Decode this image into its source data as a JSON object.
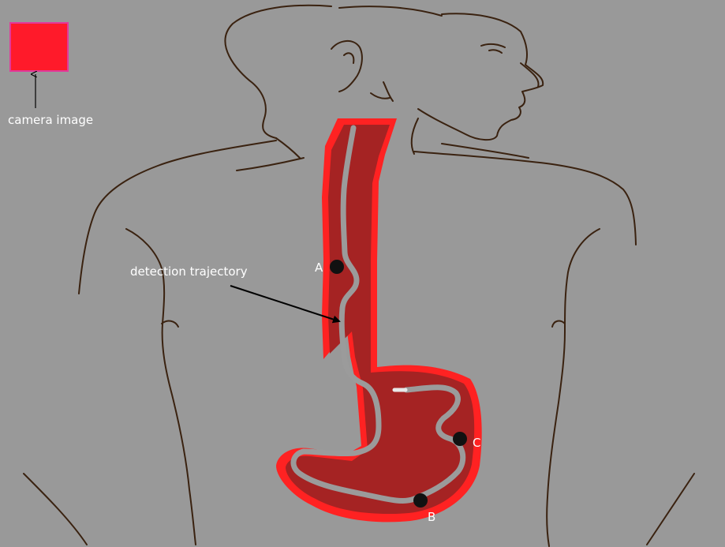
{
  "labels": {
    "camera_image": "camera image",
    "detection_trajectory": "detection trajectory",
    "point_a": "A",
    "point_b": "B",
    "point_c": "C"
  },
  "colors": {
    "background": "#999999",
    "outline": "#3a2210",
    "organ_outer": "#ff2222",
    "organ_inner": "#a52323",
    "trajectory": "#9b9b9b",
    "point": "#111111",
    "camera_box": "#ff1a2a",
    "camera_box_border": "#e23a9a"
  },
  "icons": {
    "camera_arrow": "arrow-up-icon",
    "trajectory_arrow": "arrow-pointer-icon"
  }
}
